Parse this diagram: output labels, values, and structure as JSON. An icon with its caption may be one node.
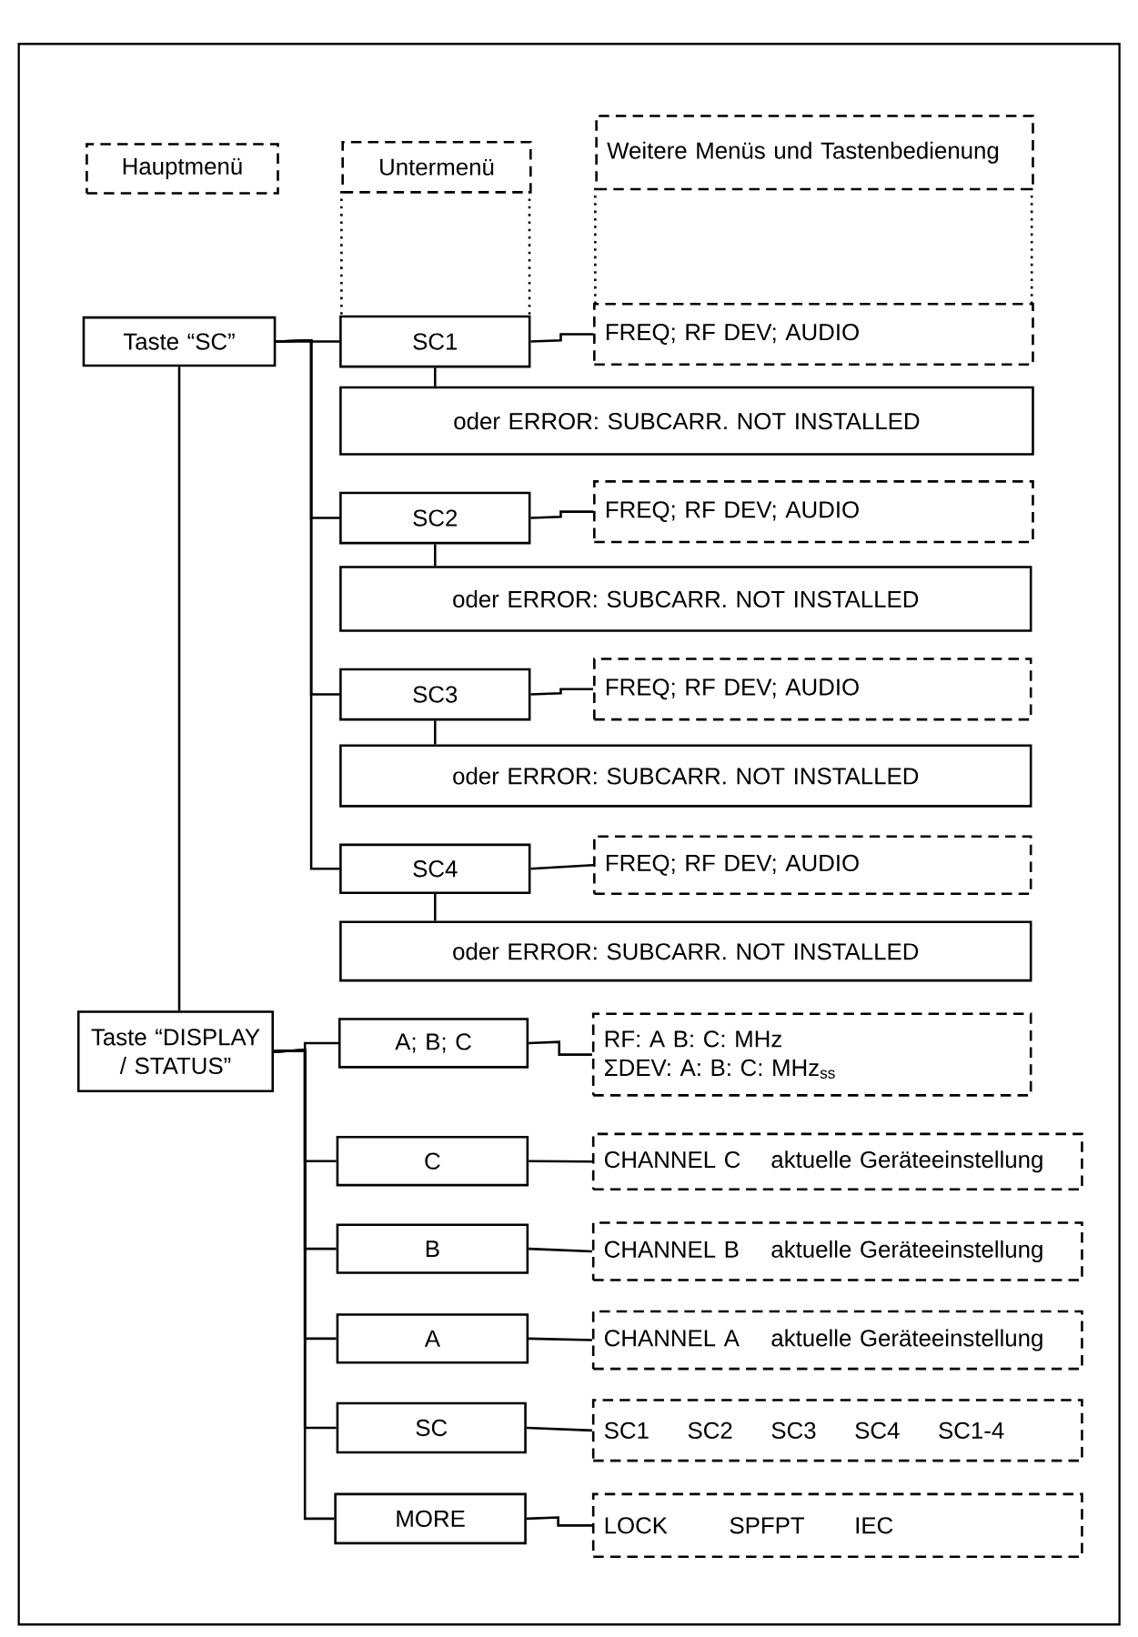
{
  "diagram": {
    "nodes": [
      {
        "text": [
          "Hauptmenü"
        ]
      },
      {
        "text": [
          "Untermenü"
        ]
      },
      {
        "text": [
          "Weitere Menüs und Tastenbedienung"
        ]
      },
      {
        "text": [
          "Taste “SC”"
        ]
      },
      {
        "text": [
          "SC1"
        ]
      },
      {
        "text": [
          "FREQ; RF DEV; AUDIO"
        ]
      },
      {
        "text": [
          "oder ERROR: SUBCARR. NOT INSTALLED"
        ]
      },
      {
        "text": [
          "SC2"
        ]
      },
      {
        "text": [
          "FREQ; RF DEV; AUDIO"
        ]
      },
      {
        "text": [
          "oder ERROR: SUBCARR. NOT INSTALLED"
        ]
      },
      {
        "text": [
          "SC3"
        ]
      },
      {
        "text": [
          "FREQ; RF DEV; AUDIO"
        ]
      },
      {
        "text": [
          "oder ERROR: SUBCARR. NOT INSTALLED"
        ]
      },
      {
        "text": [
          "SC4"
        ]
      },
      {
        "text": [
          "FREQ; RF DEV; AUDIO"
        ]
      },
      {
        "text": [
          "oder ERROR: SUBCARR. NOT INSTALLED"
        ]
      },
      {
        "text": [
          "Taste “DISPLAY / STATUS”"
        ]
      },
      {
        "text": [
          "A; B; C"
        ]
      },
      {
        "text": [
          "RF: A B: C: MHz",
          "ΣDEV: A: B: C: MHz$_{ss}$"
        ]
      },
      {
        "text": [
          "C"
        ]
      },
      {
        "text": [
          "CHANNEL C",
          "aktuelle Geräteeinstellung"
        ]
      },
      {
        "text": [
          "B"
        ]
      },
      {
        "text": [
          "CHANNEL B",
          "aktuelle Geräteeinstellung"
        ]
      },
      {
        "text": [
          "A"
        ]
      },
      {
        "text": [
          "CHANNEL A",
          "aktuelle Geräteeinstellung"
        ]
      },
      {
        "text": [
          "SC"
        ]
      },
      {
        "text": [
          "SC1",
          "SC2",
          "SC3",
          "SC4",
          "SC1-4"
        ]
      },
      {
        "text": [
          "MORE"
        ]
      },
      {
        "text": [
          "LOCK",
          "SPFPT",
          "IEC"
        ]
      }
    ],
    "edges": [
      {
        "from": 3,
        "to": 4,
        "arrow": "none"
      },
      {
        "from": 4,
        "to": 5,
        "arrow": "none"
      },
      {
        "from": 4,
        "to": 6,
        "arrow": "none"
      },
      {
        "from": 3,
        "to": 7,
        "arrow": "none"
      },
      {
        "from": 7,
        "to": 8,
        "arrow": "none"
      },
      {
        "from": 7,
        "to": 9,
        "arrow": "none"
      },
      {
        "from": 3,
        "to": 10,
        "arrow": "none"
      },
      {
        "from": 10,
        "to": 11,
        "arrow": "none"
      },
      {
        "from": 10,
        "to": 12,
        "arrow": "none"
      },
      {
        "from": 3,
        "to": 13,
        "arrow": "none"
      },
      {
        "from": 13,
        "to": 14,
        "arrow": "none"
      },
      {
        "from": 13,
        "to": 15,
        "arrow": "none"
      },
      {
        "from": 3,
        "to": 16,
        "arrow": "none"
      },
      {
        "from": 16,
        "to": 17,
        "arrow": "none"
      },
      {
        "from": 17,
        "to": 18,
        "arrow": "none"
      },
      {
        "from": 16,
        "to": 19,
        "arrow": "none"
      },
      {
        "from": 19,
        "to": 20,
        "arrow": "none"
      },
      {
        "from": 16,
        "to": 21,
        "arrow": "none"
      },
      {
        "from": 21,
        "to": 22,
        "arrow": "none"
      },
      {
        "from": 16,
        "to": 23,
        "arrow": "none"
      },
      {
        "from": 23,
        "to": 24,
        "arrow": "none"
      },
      {
        "from": 16,
        "to": 25,
        "arrow": "none"
      },
      {
        "from": 25,
        "to": 26,
        "arrow": "none"
      },
      {
        "from": 16,
        "to": 27,
        "arrow": "none"
      },
      {
        "from": 27,
        "to": 28,
        "arrow": "none"
      }
    ]
  }
}
